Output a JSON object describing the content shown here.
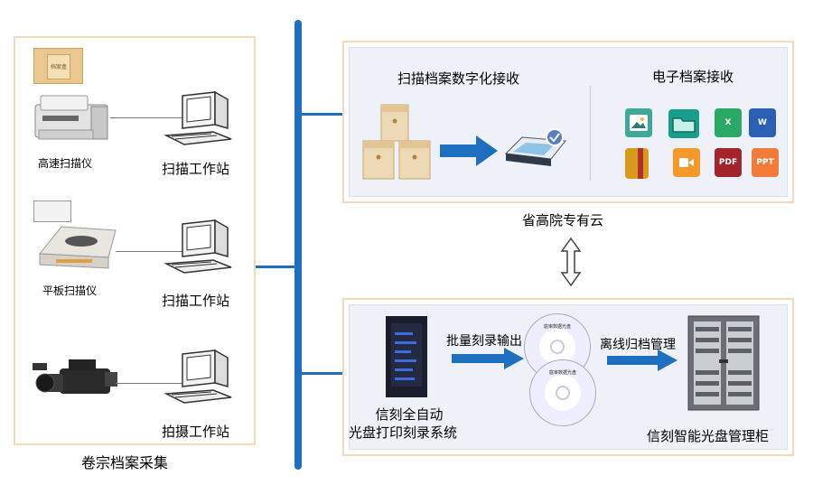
{
  "left_panel": {
    "title": "卷宗档案采集",
    "devices": [
      {
        "name": "高速扫描仪",
        "workstation": "扫描工作站"
      },
      {
        "name": "平板扫描仪",
        "workstation": "扫描工作站"
      },
      {
        "name": "",
        "workstation": "拍摄工作站"
      }
    ],
    "archive_box_label": "档案盒"
  },
  "cloud": {
    "name": "省高院专有云",
    "scan_section_title": "扫描档案数字化接收",
    "electronic_section_title": "电子档案接收",
    "file_types": [
      {
        "icon": "image-file-icon",
        "color": "#3fa89a",
        "label": ""
      },
      {
        "icon": "folder-icon",
        "color": "#1a9e8c",
        "label": ""
      },
      {
        "icon": "excel-icon",
        "color": "#2aa866",
        "label": "X"
      },
      {
        "icon": "word-icon",
        "color": "#2b5fb3",
        "label": "W"
      },
      {
        "icon": "archive-file-icon",
        "color": "#d99a1a",
        "label": ""
      },
      {
        "icon": "video-file-icon",
        "color": "#f39a2b",
        "label": ""
      },
      {
        "icon": "pdf-icon",
        "color": "#a3252b",
        "label": "PDF"
      },
      {
        "icon": "ppt-icon",
        "color": "#f27b3a",
        "label": "PPT"
      }
    ]
  },
  "burn": {
    "system_name_line1": "信刻全自动",
    "system_name_line2": "光盘打印刻录系统",
    "batch_label": "批量刻录输出",
    "offline_label": "离线归档管理",
    "cabinet_name": "信刻智能光盘管理柜",
    "disc_title": "庭审数据光盘"
  },
  "colors": {
    "bus": "#1f6fc0",
    "panel_border": "#f6d9b8",
    "panel_bg": "#eef1f7",
    "arrow": "#1f6fc0"
  }
}
